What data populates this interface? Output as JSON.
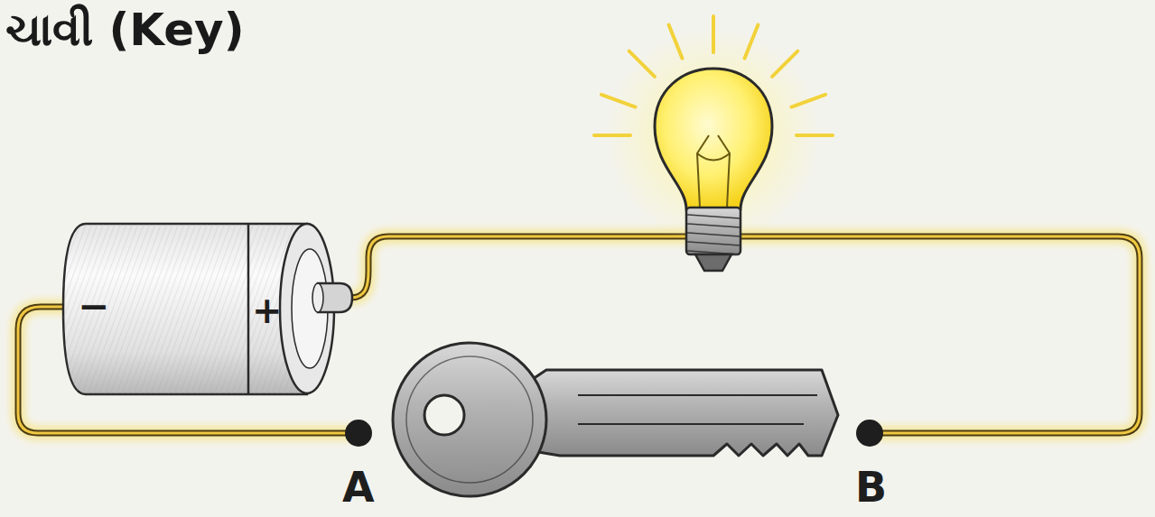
{
  "diagram": {
    "title": "ચાવી (Key)",
    "labels": [
      "−",
      "+",
      "A",
      "B"
    ]
  }
}
